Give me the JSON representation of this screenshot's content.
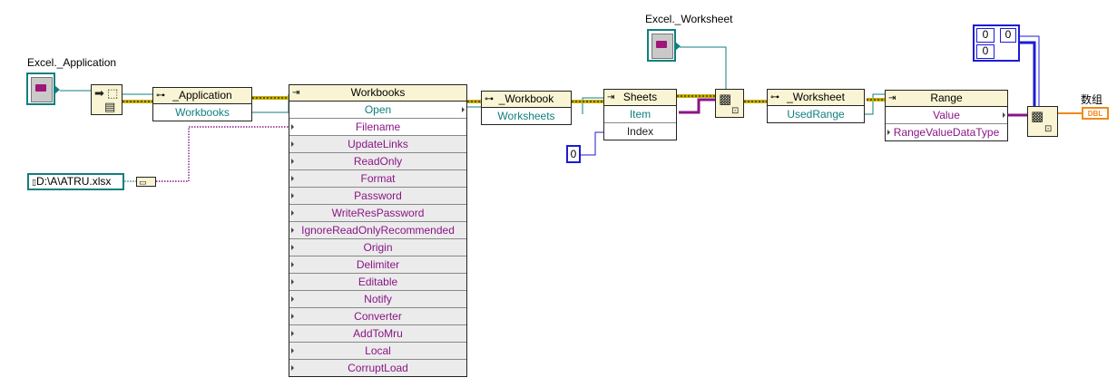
{
  "labels": {
    "excel_application": "Excel._Application",
    "excel_worksheet": "Excel._Worksheet",
    "result_indicator": "数组"
  },
  "path_control": {
    "value": "D:\\A\\ATRU.xlsx"
  },
  "constants": {
    "sheets_index": "0",
    "array_index_0": "0",
    "array_index_1": "0",
    "array_index_2": "0"
  },
  "indicator": {
    "type": "DBL"
  },
  "application_node": {
    "header": "_Application",
    "rows": [
      "Workbooks"
    ]
  },
  "workbooks_node": {
    "header": "Workbooks",
    "method": "Open",
    "params": [
      "Filename",
      "UpdateLinks",
      "ReadOnly",
      "Format",
      "Password",
      "WriteResPassword",
      "IgnoreReadOnlyRecommended",
      "Origin",
      "Delimiter",
      "Editable",
      "Notify",
      "Converter",
      "AddToMru",
      "Local",
      "CorruptLoad"
    ]
  },
  "workbook_node": {
    "header": "_Workbook",
    "rows": [
      "Worksheets"
    ]
  },
  "sheets_node": {
    "header": "Sheets",
    "rows": [
      "Item",
      "Index"
    ]
  },
  "worksheet_node": {
    "header": "_Worksheet",
    "rows": [
      "UsedRange"
    ]
  },
  "range_node": {
    "header": "Range",
    "rows": [
      "Value",
      "RangeValueDataType"
    ]
  },
  "colors": {
    "refnum": "#0f7f7f",
    "variant": "#8a1587",
    "error": "#c8b000",
    "numeric": "#1b1bd6",
    "dbl": "#f08a1a"
  }
}
